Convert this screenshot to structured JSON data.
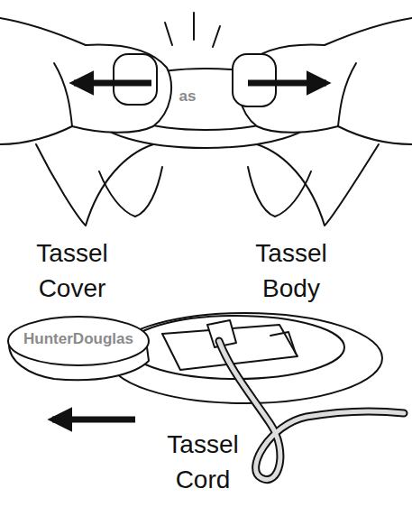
{
  "diagram": {
    "labels": [
      "as",
      "Tassel Cover",
      "Tassel Body",
      "HunterDouglas",
      "Tassel Cord"
    ]
  }
}
